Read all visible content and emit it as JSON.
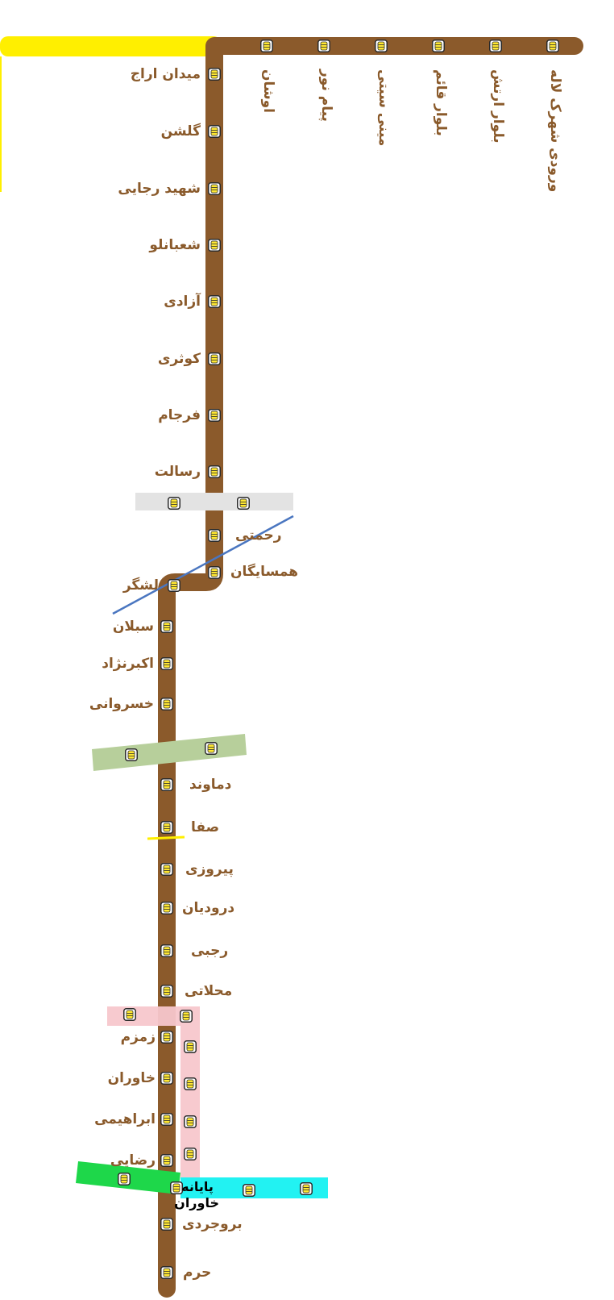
{
  "colors": {
    "line": "#8b5a2b",
    "label": "#8a5a2b",
    "connector_yellow": "#ffef00",
    "grey_band": "#e3e3e3",
    "blue_line": "#4a76c0",
    "olive_band": "#b7cf9b",
    "pink_band": "#f7c7cc",
    "green_band": "#1ed74a",
    "cyan_band": "#22f2f2",
    "station_fill": "#ffe833",
    "station_border": "#2b2b2b"
  },
  "stations": {
    "meydan_araj": "میدان اراج",
    "golshan": "گلشن",
    "shahid_rajayi": "شهید رجایی",
    "shabanloo": "شعبانلو",
    "azadi": "آزادی",
    "kosari": "کوثری",
    "farjam": "فرجام",
    "resalat": "رسالت",
    "rahmati": "رحمتی",
    "hamsayegan": "همسایگان",
    "lashgar": "لشگر",
    "sabalan": "سبلان",
    "akbarnejad": "اکبرنژاد",
    "khosravani": "خسروانی",
    "damavand": "دماوند",
    "safa": "صفا",
    "pirouzi": "پیروزی",
    "doroudian": "درودیان",
    "rajabi": "رجبی",
    "mahallati": "محلاتی",
    "zamzam": "زمزم",
    "khavaran": "خاوران",
    "ebrahimi": "ابراهیمی",
    "rezayi": "رضایی",
    "boroujerdi": "بروجردی",
    "haram": "حرم"
  },
  "branch_stations": {
    "oushan": "اوشان",
    "payam_noor": "پیام نور",
    "mini_city": "مینی سیتی",
    "boulevard_ghaem": "بلوار قائم",
    "boulevard_artesh": "بلوار ارتش",
    "shahrak_laleh": "ورودی شهرک لاله"
  },
  "terminal": {
    "line1": "پایانه",
    "line2": "خاوران"
  }
}
